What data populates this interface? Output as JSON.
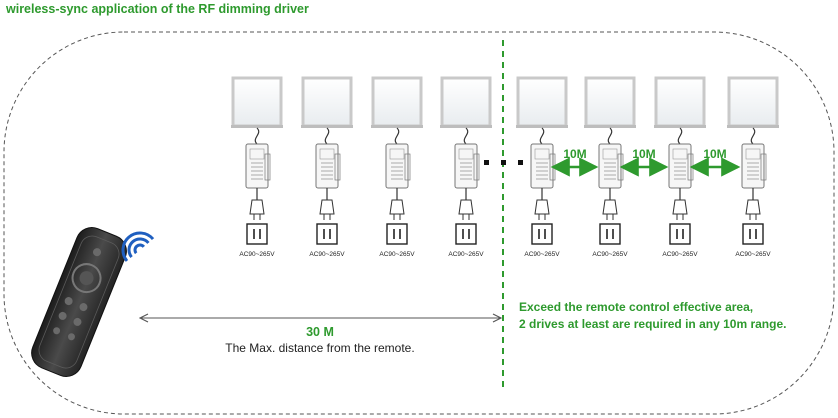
{
  "title": "wireless-sync application of the RF dimming driver",
  "drivers": {
    "voltage_label": "AC90~265V",
    "total_count": 8,
    "in_range_count": 4
  },
  "distance": {
    "value_label": "30 M",
    "caption": "The Max. distance from the remote."
  },
  "spacing": {
    "labels": [
      "10M",
      "10M",
      "10M"
    ]
  },
  "note": {
    "line1": "Exceed the remote control effective area,",
    "line2": "2 drives at least are required in any 10m range."
  },
  "colors": {
    "accent_green": "#2e9a2e",
    "panel_frame": "#c9c9c9",
    "remote_body": "#3a3a3a",
    "signal_blue": "#1f5fc0"
  },
  "icons": {
    "signal": "wifi-signal-icon",
    "remote": "rf-remote-control",
    "panel": "led-panel-light",
    "driver": "led-driver-box",
    "plug": "power-plug-icon",
    "socket": "wall-socket-icon"
  }
}
